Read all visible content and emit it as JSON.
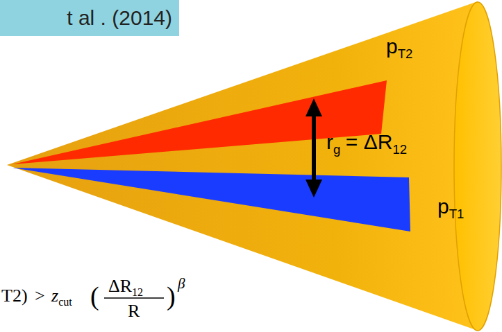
{
  "diagram": {
    "nodes": [
      {
        "text": [
          "t al . (2014)"
        ]
      }
    ],
    "labels": [
      "p",
      "T2",
      "r",
      "g",
      "= ΔR",
      "12",
      "p",
      "T1",
      "T2)",
      ">",
      "z",
      "cut",
      "(",
      "ΔR",
      "12",
      "R",
      ")",
      "β"
    ]
  }
}
